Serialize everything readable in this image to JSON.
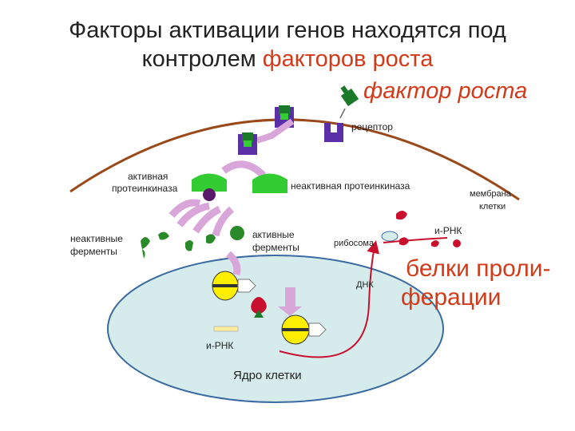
{
  "title": {
    "line1": "Факторы активации генов находятся под",
    "line2_prefix": "контролем ",
    "line2_highlight": "факторов роста"
  },
  "labels": {
    "growth_factor": "фактор роста",
    "receptor": "рецептор",
    "active_kinase_1": "активная",
    "active_kinase_2": "протеинкиназа",
    "inactive_kinase": "неактивная протеинкиназа",
    "membrane_1": "мембрана",
    "membrane_2": "клетки",
    "inactive_enzymes_1": "неактивные",
    "inactive_enzymes_2": "ферменты",
    "active_enzymes_1": "активные",
    "active_enzymes_2": "ферменты",
    "ribosome": "рибосома",
    "mrna_top": "и-РНК",
    "dna": "ДНК",
    "mrna_bottom": "и-РНК",
    "nucleus": "Ядро клетки",
    "prolif_1": "белки проли-",
    "prolif_2": "ферации"
  },
  "colors": {
    "title_accent": "#d23a1a",
    "receptor_purple": "#5b2fa8",
    "growth_factor_green": "#1a7a2a",
    "kinase_green": "#33cc33",
    "nucleus_fill": "#d6ecec",
    "nucleus_stroke": "#3a6aa0",
    "arrow_pink": "#d9a6d9",
    "gene_yellow": "#ffee00",
    "protein_red": "#c8102e",
    "enzyme_green": "#2a8a2a"
  }
}
